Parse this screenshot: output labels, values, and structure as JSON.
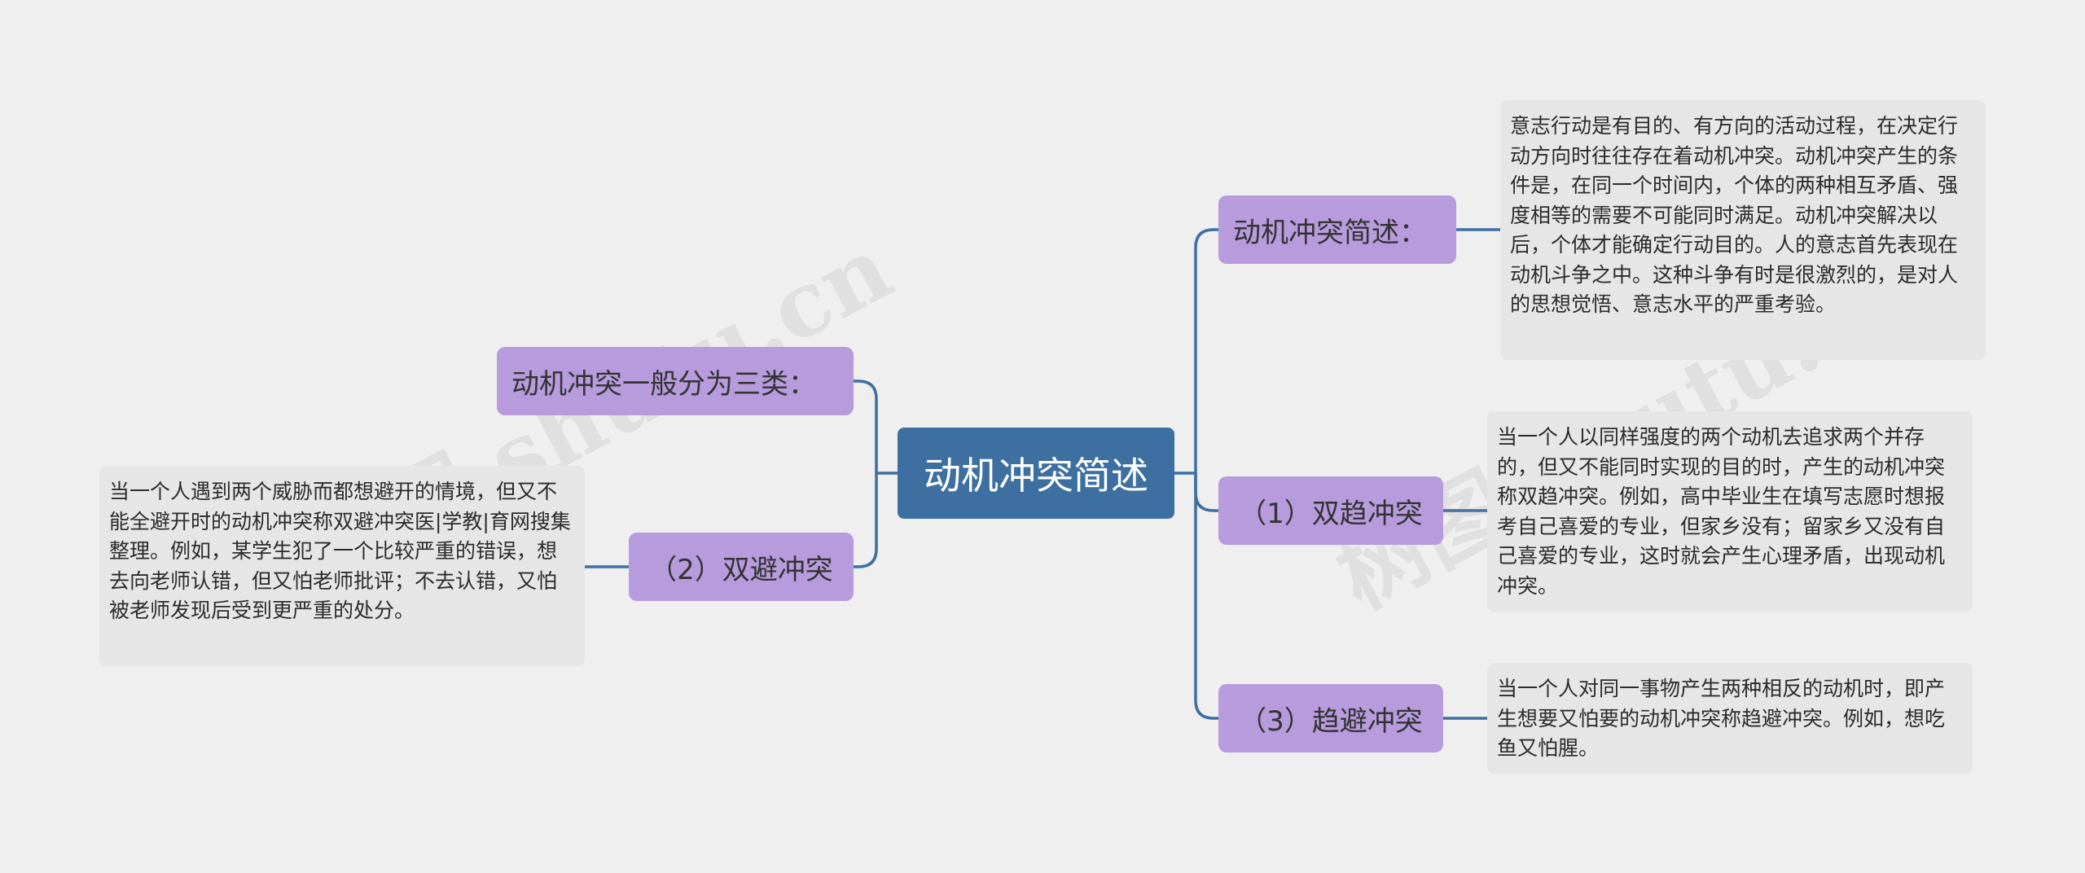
{
  "root": {
    "label": "动机冲突简述"
  },
  "right": [
    {
      "label": "动机冲突简述：",
      "note": "意志行动是有目的、有方向的活动过程，在决定行动方向时往往存在着动机冲突。动机冲突产生的条件是，在同一个时间内，个体的两种相互矛盾、强度相等的需要不可能同时满足。动机冲突解决以后，个体才能确定行动目的。人的意志首先表现在动机斗争之中。这种斗争有时是很激烈的，是对人的思想觉悟、意志水平的严重考验。"
    },
    {
      "label": "（1）双趋冲突",
      "note": "当一个人以同样强度的两个动机去追求两个并存的，但又不能同时实现的目的时，产生的动机冲突称双趋冲突。例如，高中毕业生在填写志愿时想报考自己喜爱的专业，但家乡没有；留家乡又没有自己喜爱的专业，这时就会产生心理矛盾，出现动机冲突。"
    },
    {
      "label": "（3）趋避冲突",
      "note": "当一个人对同一事物产生两种相反的动机时，即产生想要又怕要的动机冲突称趋避冲突。例如，想吃鱼又怕腥。"
    }
  ],
  "left": [
    {
      "label": "动机冲突一般分为三类："
    },
    {
      "label": "（2）双避冲突",
      "note": "当一个人遇到两个威胁而都想避开的情境，但又不能全避开时的动机冲突称双避冲突医|学教|育网搜集整理。例如，某学生犯了一个比较严重的错误，想去向老师认错，但又怕老师批评；不去认错，又怕被老师发现后受到更严重的处分。"
    }
  ],
  "watermark": {
    "text": "树图 shutu.cn"
  },
  "colors": {
    "background": "#efefef",
    "root": "#3d6fa1",
    "topic": "#b79bdc",
    "note": "#e6e6e6",
    "connector": "#3d6fa1"
  }
}
